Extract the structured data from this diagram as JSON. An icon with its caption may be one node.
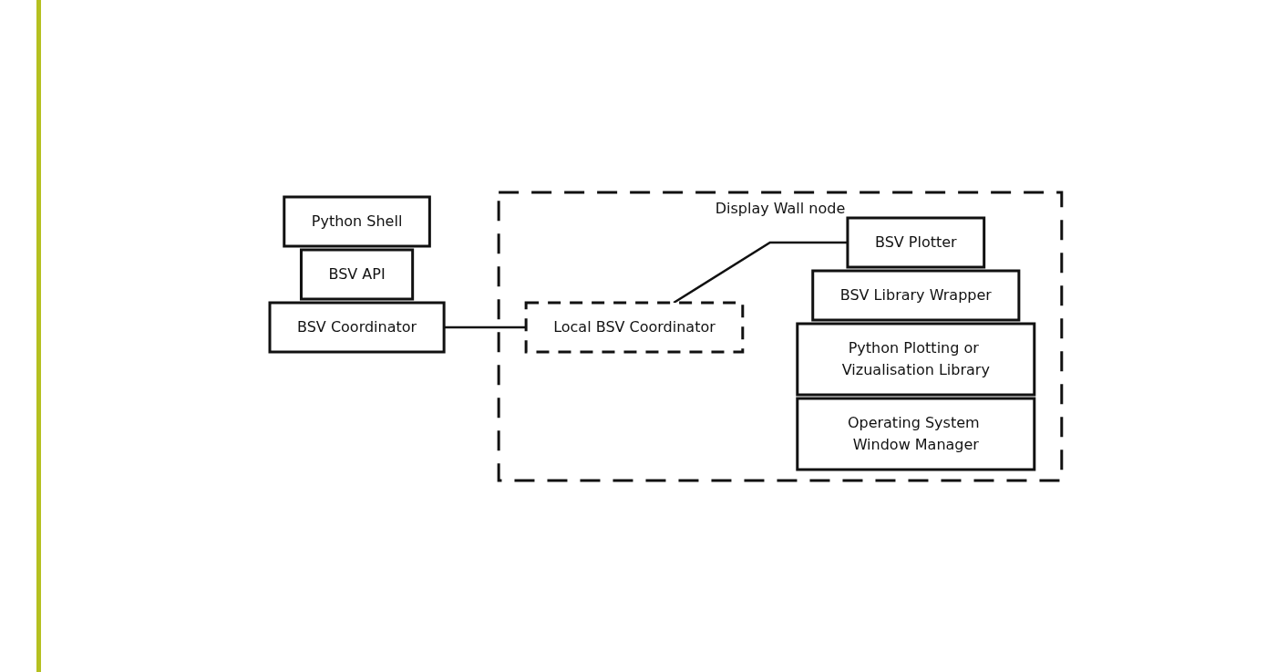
{
  "diagram": {
    "nodes": [
      {
        "text": [
          "Python Shell"
        ]
      },
      {
        "text": [
          "BSV API"
        ]
      },
      {
        "text": [
          "BSV Coordinator"
        ]
      },
      {
        "text": [
          "Display Wall node"
        ]
      },
      {
        "text": [
          "Local BSV Coordinator"
        ],
        "in": 3
      },
      {
        "text": [
          "BSV Plotter"
        ],
        "in": 3
      },
      {
        "text": [
          "BSV Library Wrapper"
        ],
        "in": 3
      },
      {
        "text": [
          "Python Plotting or Vizualisation Library"
        ],
        "in": 3
      },
      {
        "text": [
          "Operating System Window Manager"
        ],
        "in": 3
      }
    ],
    "edges": [
      {
        "from": 2,
        "to": 4,
        "arrow": "none"
      },
      {
        "from": 4,
        "to": 5,
        "arrow": "none"
      }
    ]
  }
}
